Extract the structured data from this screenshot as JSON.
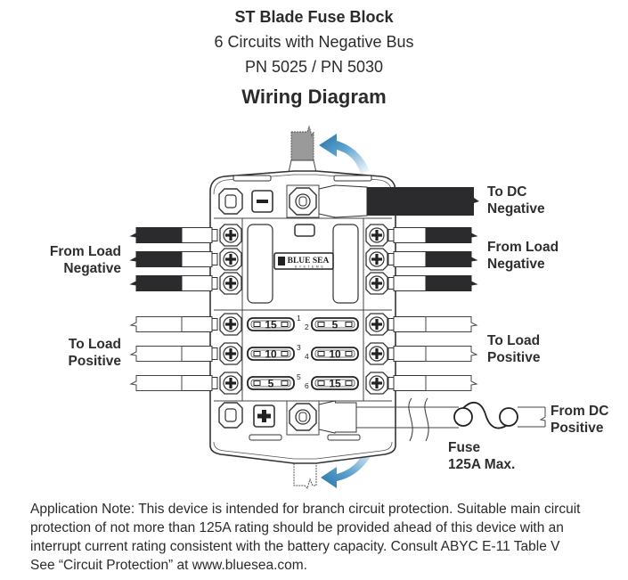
{
  "header": {
    "title": "ST Blade Fuse Block",
    "subtitle": "6 Circuits with Negative Bus",
    "part_numbers": "PN 5025 / PN 5030",
    "diagram_title": "Wiring Diagram"
  },
  "labels": {
    "to_dc_negative": [
      "To DC",
      "Negative"
    ],
    "from_load_negative_left": [
      "From Load",
      "Negative"
    ],
    "from_load_negative_right": [
      "From Load",
      "Negative"
    ],
    "to_load_positive_left": [
      "To Load",
      "Positive"
    ],
    "to_load_positive_right": [
      "To Load",
      "Positive"
    ],
    "from_dc_positive": [
      "From DC",
      "Positive"
    ],
    "fuse": [
      "Fuse",
      "125A Max."
    ]
  },
  "block": {
    "brand": "BLUE SEA",
    "brand_sub": "SYSTEMS",
    "negative_symbol": "−",
    "positive_symbol": "+",
    "fuses": [
      {
        "circuit": "1",
        "rating": "15"
      },
      {
        "circuit": "2",
        "rating": "5"
      },
      {
        "circuit": "3",
        "rating": "10"
      },
      {
        "circuit": "4",
        "rating": "10"
      },
      {
        "circuit": "5",
        "rating": "5"
      },
      {
        "circuit": "6",
        "rating": "15"
      }
    ]
  },
  "colors": {
    "wire_negative": "#2b2b2e",
    "arrow": "#2f7fb5",
    "outline": "#333333"
  },
  "application_note": [
    "Application Note:  This device is intended for branch circuit protection. Suitable main circuit",
    "protection of not more than 125A rating should be provided ahead of this device with an",
    "interrupt current rating consistent with the battery capacity. Consult ABYC E-11 Table V",
    "See “Circuit Protection” at www.bluesea.com."
  ]
}
